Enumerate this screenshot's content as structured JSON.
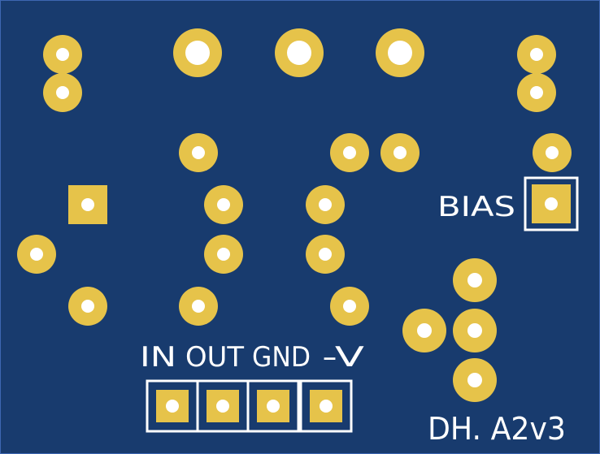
{
  "board": {
    "background_color": "#183b6e",
    "pad_color": "#e6c34a",
    "hole_color": "#ffffff",
    "silkscreen_color": "#ffffff",
    "edge_color": "#3d67b2"
  },
  "labels": {
    "bias": "BIAS",
    "in": "IN",
    "out": "OUT",
    "gnd": "GND",
    "neg_v": "-V",
    "revision": "DH. A2v3"
  },
  "pads": {
    "pot_lugs": 3,
    "connector_pins": [
      "IN",
      "OUT",
      "GND",
      "-V"
    ]
  }
}
